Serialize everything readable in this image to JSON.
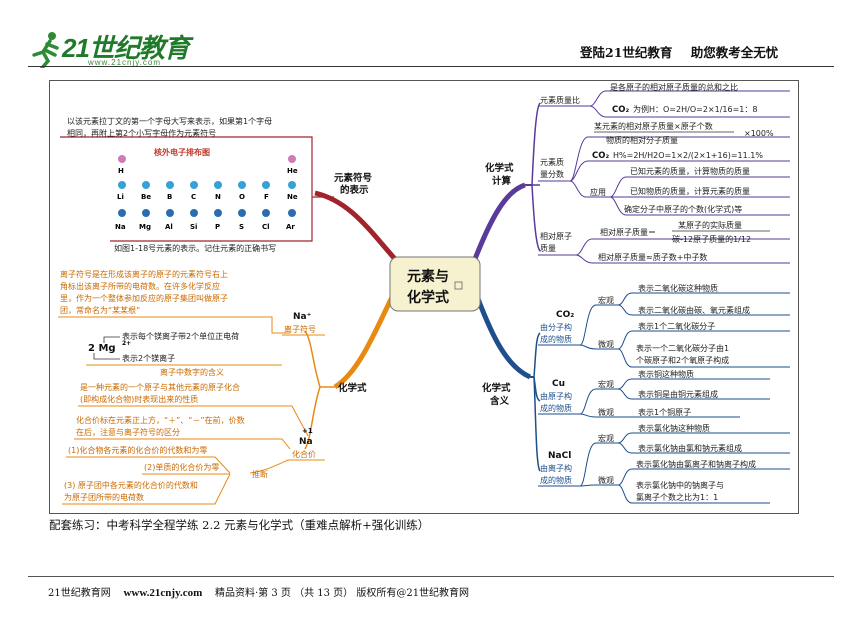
{
  "header": {
    "logo_text": "21世纪教育",
    "logo_url": "www.21cnjy.com",
    "slogan_left": "登陆21世纪教育",
    "slogan_right": "助您教考全无忧"
  },
  "center": {
    "line1": "元素与",
    "line2": "化学式"
  },
  "symbol_branch": {
    "title_line1": "元素符号",
    "title_line2": "的表示",
    "desc_line1": "以该元素拉丁文的第一个字母大写来表示，如果第1个字母",
    "desc_line2": "相同，再附上第2个小写字母作为元素符号",
    "table_title": "核外电子排布图",
    "row1": [
      "H",
      "He"
    ],
    "row2": [
      "Li",
      "Be",
      "B",
      "C",
      "N",
      "O",
      "F",
      "Ne"
    ],
    "row3": [
      "Na",
      "Mg",
      "Al",
      "Si",
      "P",
      "S",
      "Cl",
      "Ar"
    ],
    "caption": "如图1-18号元素的表示。记住元素的正确书写"
  },
  "formula_branch": {
    "title": "化学式",
    "ion_desc": [
      "离子符号是在形成该离子的原子的元素符号右上",
      "角标出该离子所带的电荷数。在许多化学反应",
      "里，作为一个整体参加反应的原子集团叫做原子",
      "团，常命名为“某某根”"
    ],
    "ion_symbol": "Na⁺",
    "ion_label": "离子符号",
    "mg_symbol": "2 Mg",
    "mg_charge": "2+",
    "mg_top": "表示每个镁离子带2个单位正电荷",
    "mg_bottom": "表示2个镁离子",
    "mg_caption": "离子中数字的含义",
    "valence_desc1": [
      "是一种元素的一个原子与其他元素的原子化合",
      "(即构成化合物)时表现出来的性质"
    ],
    "valence_desc2": [
      "化合价标在元素正上方，“＋”、“－”在前，价数",
      "在后，注意与离子符号的区分"
    ],
    "valence_symbol_top": "+1",
    "valence_symbol": "Na",
    "valence_label": "化合价",
    "rule1": "(1)化合物各元素的化合价的代数和为零",
    "rule2": "(2)单质的化合价为零",
    "rule3_line1": "(3) 原子团中各元素的化合价的代数和",
    "rule3_line2": "为原子团所带的电荷数",
    "infer": "推断"
  },
  "calc_branch": {
    "title_line1": "化学式",
    "title_line2": "计算",
    "mass_ratio": "元素质量比",
    "mass_ratio_desc": "是各原子的相对原子质量的总和之比",
    "co2_example_label": "CO₂",
    "co2_example": "为例H：O=2H/O=2×1/16=1：8",
    "fraction_label_1": "元素质",
    "fraction_label_2": "量分数",
    "fraction_numer": "某元素的相对原子质量×原子个数",
    "fraction_denom": "物质的相对分子质量",
    "fraction_times": "×100%",
    "co2_fraction_label": "CO₂",
    "co2_fraction": "H%=2H/H2O=1×2/(2×1+16)=11.1%",
    "apply": "应用",
    "apply_items": [
      "已知元素的质量，计算物质的质量",
      "已知物质的质量，计算元素的质量",
      "确定分子中原子的个数(化学式)等"
    ],
    "rel_label_1": "相对原子",
    "rel_label_2": "质量",
    "rel_formula_left": "相对原子质量＝",
    "rel_numer": "某原子的实际质量",
    "rel_denom": "碳-12原子质量的1/12",
    "rel_approx": "相对原子质量≈质子数+中子数"
  },
  "meaning_branch": {
    "title_line1": "化学式",
    "title_line2": "含义",
    "co2": {
      "name": "CO₂",
      "desc": [
        "由分子构",
        "成的物质"
      ],
      "macro": "宏观",
      "macro_items": [
        "表示二氧化碳这种物质",
        "表示二氧化碳由碳、氧元素组成"
      ],
      "micro": "微观",
      "micro_items": [
        "表示1个二氧化碳分子",
        "表示一个二氧化碳分子由1",
        "个碳原子和2个氧原子构成"
      ]
    },
    "cu": {
      "name": "Cu",
      "desc": [
        "由原子构",
        "成的物质"
      ],
      "macro": "宏观",
      "macro_items": [
        "表示铜这种物质",
        "表示铜是由铜元素组成"
      ],
      "micro": "微观",
      "micro_items": [
        "表示1个铜原子"
      ]
    },
    "nacl": {
      "name": "NaCl",
      "desc": [
        "由离子构",
        "成的物质"
      ],
      "macro": "宏观",
      "macro_items": [
        "表示氯化钠这种物质",
        "表示氯化钠由氯和钠元素组成"
      ],
      "micro": "微观",
      "micro_items": [
        "表示氯化钠由氯离子和钠离子构成",
        "表示氯化钠中的钠离子与",
        "氯离子个数之比为1：1"
      ]
    }
  },
  "below_text": "配套练习：中考科学全程学练 2.2 元素与化学式（重难点解析+强化训练）",
  "footer": {
    "site": "21世纪教育网",
    "url": "www.21cnjy.com",
    "page_info": "精品资料·第 3 页 （共 13 页） 版权所有@21世纪教育网"
  },
  "colors": {
    "symbol_branch": "#a0242c",
    "formula_branch": "#e88a12",
    "calc_branch": "#5a3a9a",
    "meaning_branch": "#1e4e8c",
    "center_fill": "#f6f1cf"
  }
}
